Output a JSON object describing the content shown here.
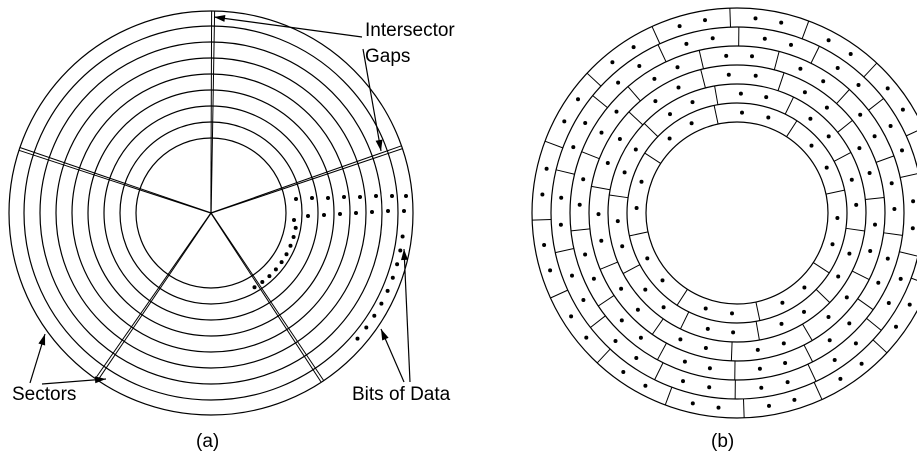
{
  "diagram_a": {
    "caption": "(a)",
    "labels": {
      "intersector": "Intersector",
      "gaps": "Gaps",
      "sectors": "Sectors",
      "bits": "Bits of Data"
    },
    "track_count": 8,
    "sector_count": 5
  },
  "diagram_b": {
    "caption": "(b)",
    "zone_count": 5
  },
  "colors": {
    "line": "#000000",
    "background": "#ffffff"
  }
}
